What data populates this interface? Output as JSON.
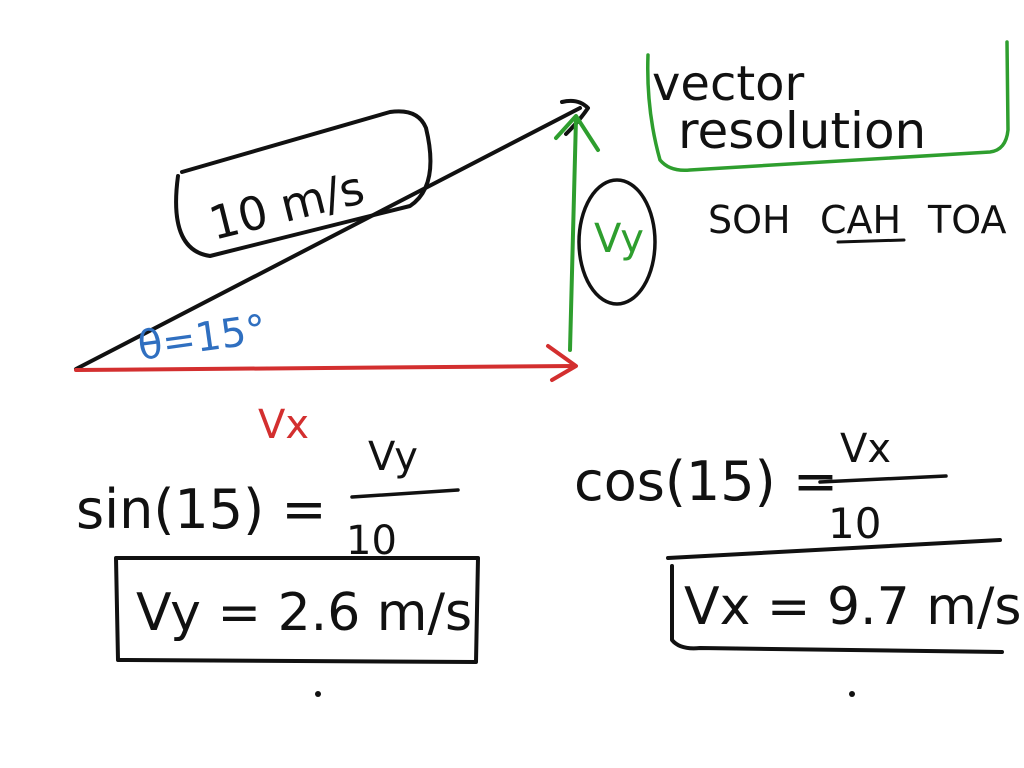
{
  "title": {
    "line1": "vector",
    "line2": "resolution"
  },
  "mnemonic": {
    "part1": "SOH",
    "part2": "CAH",
    "part3": "TOA"
  },
  "hypotenuse_label": "10 m/s",
  "angle_label": "θ=15°",
  "vy_label": "Vy",
  "vx_label": "Vx",
  "sin_equation": {
    "lhs": "sin(15) =",
    "numerator": "Vy",
    "denominator": "10",
    "result": "Vy = 2.6 m/s"
  },
  "cos_equation": {
    "lhs": "cos(15) =",
    "numerator": "Vx",
    "denominator": "10",
    "result": "Vx = 9.7 m/s"
  },
  "colors": {
    "ink": "#111111",
    "horizontal": "#d32f2f",
    "vertical": "#2e9e2e",
    "angle": "#2f6fc0",
    "title_box": "#2e9e2e"
  }
}
